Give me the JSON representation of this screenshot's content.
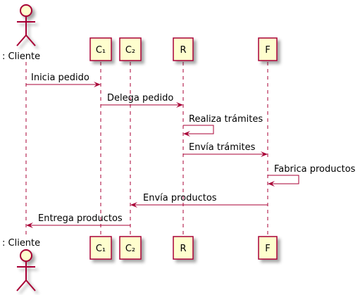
{
  "diagram": {
    "type": "sequence",
    "colors": {
      "line": "#A80036",
      "box_fill": "#FEFECE",
      "shadow": "#C8C8C8",
      "text": "#000000"
    },
    "actor": {
      "label": ": Cliente"
    },
    "participants": [
      {
        "id": "c1",
        "label": "C₁"
      },
      {
        "id": "c2",
        "label": "C₂"
      },
      {
        "id": "r",
        "label": "R"
      },
      {
        "id": "f",
        "label": "F"
      }
    ],
    "messages": [
      {
        "from": "cliente",
        "to": "c1",
        "label": "Inicia pedido"
      },
      {
        "from": "c1",
        "to": "r",
        "label": "Delega pedido"
      },
      {
        "from": "r",
        "to": "r",
        "label": "Realiza trámites"
      },
      {
        "from": "r",
        "to": "f",
        "label": "Envía trámites"
      },
      {
        "from": "f",
        "to": "f",
        "label": "Fabrica productos"
      },
      {
        "from": "f",
        "to": "c2",
        "label": "Envía productos"
      },
      {
        "from": "c2",
        "to": "cliente",
        "label": "Entrega productos"
      }
    ]
  }
}
